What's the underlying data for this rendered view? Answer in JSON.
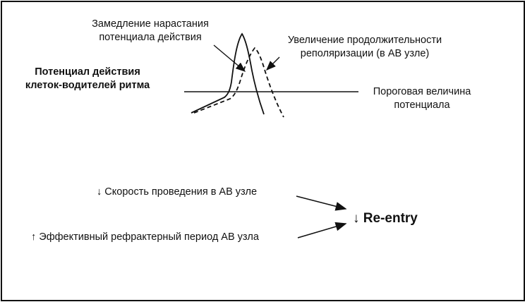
{
  "labels": {
    "slowing_rise_line1": "Замедление нарастания",
    "slowing_rise_line2": "потенциала действия",
    "repolarization_line1": "Увеличение продолжительности",
    "repolarization_line2": "реполяризации (в АВ узле)",
    "pacemaker_line1": "Потенциал действия",
    "pacemaker_line2": "клеток-водителей ритма",
    "threshold_line1": "Пороговая величина",
    "threshold_line2": "потенциала",
    "conduction_speed": "↓ Скорость проведения в АВ узле",
    "refractory_period": "↑ Эффективный рефрактерный период АВ узла",
    "reentry": "↓ Re-entry"
  },
  "colors": {
    "ink": "#111111",
    "background": "#ffffff"
  }
}
